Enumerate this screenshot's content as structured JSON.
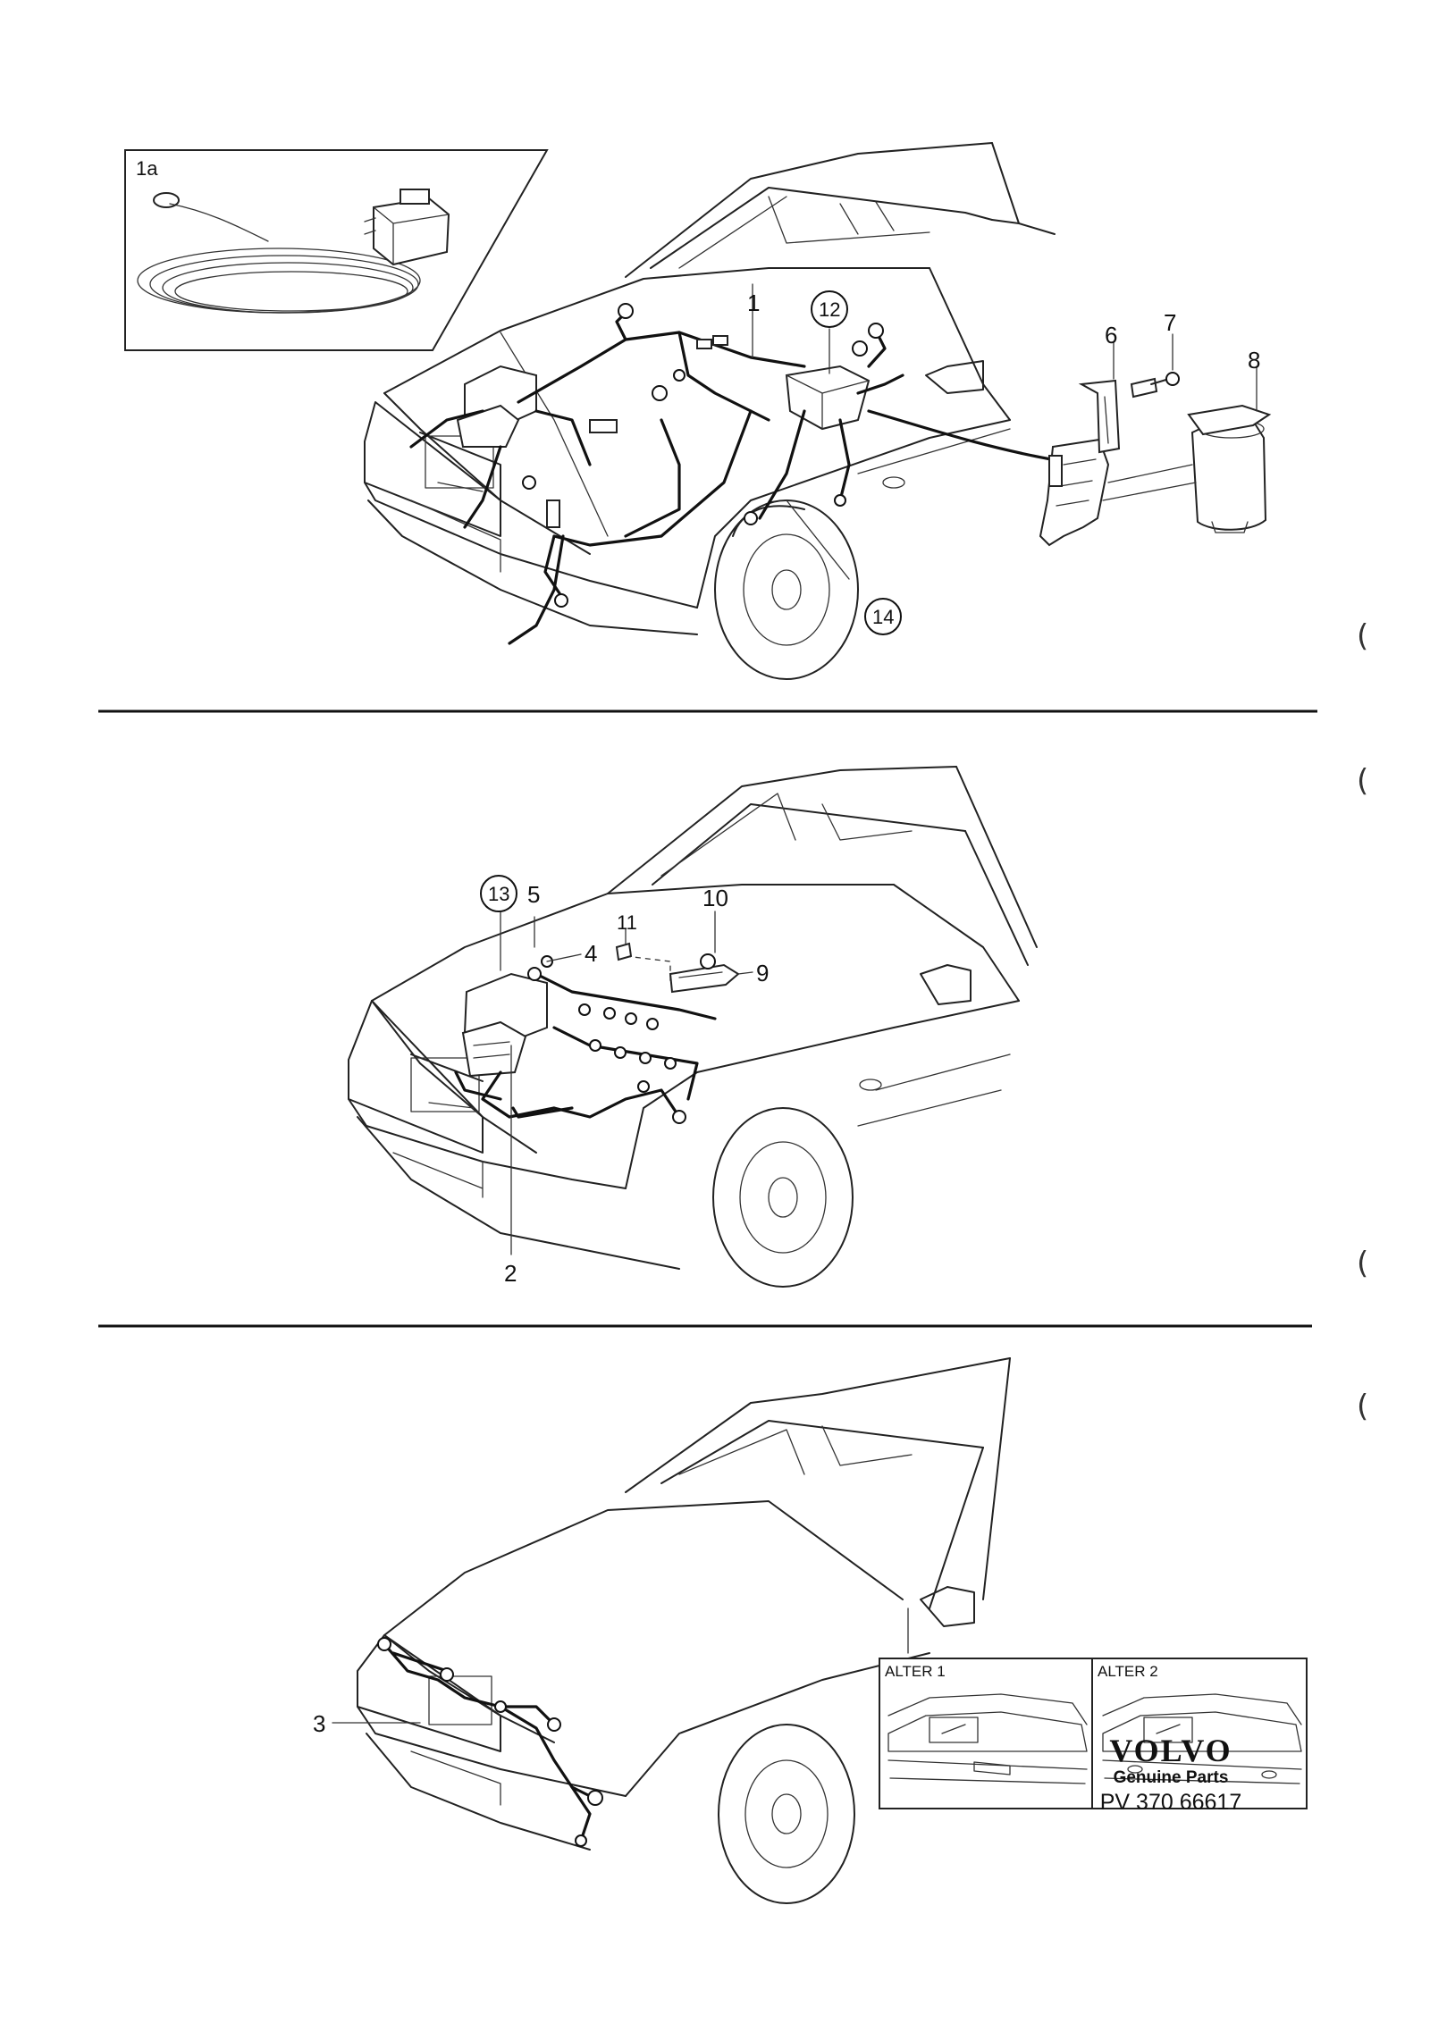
{
  "callouts": {
    "c1a": "1a",
    "c1": "1",
    "c2": "2",
    "c3": "3",
    "c4": "4",
    "c5": "5",
    "c6": "6",
    "c7": "7",
    "c8": "8",
    "c9": "9",
    "c10": "10",
    "c11": "11",
    "c12": "12",
    "c13": "13",
    "c14": "14"
  },
  "alternatives": {
    "alt1": "ALTER 1",
    "alt2": "ALTER 2"
  },
  "brand": {
    "logo": "VOLVO",
    "tagline": "Genuine Parts",
    "code": "PV 370 66617"
  },
  "margin_marks": {
    "mark": "("
  }
}
